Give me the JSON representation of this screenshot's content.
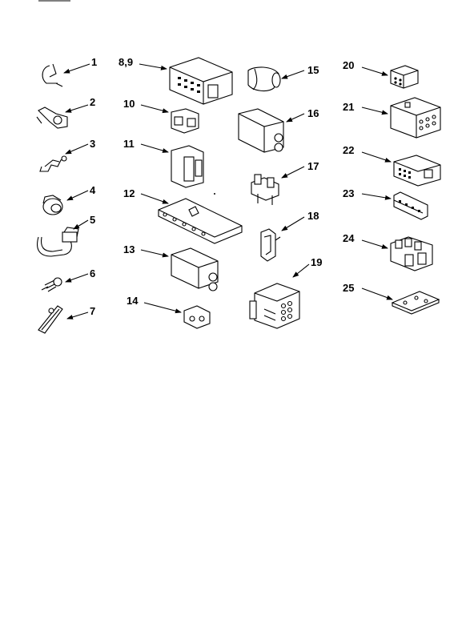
{
  "callouts": [
    {
      "id": "c1",
      "label": "1"
    },
    {
      "id": "c2",
      "label": "2"
    },
    {
      "id": "c3",
      "label": "3"
    },
    {
      "id": "c4",
      "label": "4"
    },
    {
      "id": "c5",
      "label": "5"
    },
    {
      "id": "c6",
      "label": "6"
    },
    {
      "id": "c7",
      "label": "7"
    },
    {
      "id": "c89",
      "label": "8,9"
    },
    {
      "id": "c10",
      "label": "10"
    },
    {
      "id": "c11",
      "label": "11"
    },
    {
      "id": "c12",
      "label": "12"
    },
    {
      "id": "c13",
      "label": "13"
    },
    {
      "id": "c14",
      "label": "14"
    },
    {
      "id": "c15",
      "label": "15"
    },
    {
      "id": "c16",
      "label": "16"
    },
    {
      "id": "c17",
      "label": "17"
    },
    {
      "id": "c18",
      "label": "18"
    },
    {
      "id": "c19",
      "label": "19"
    },
    {
      "id": "c20",
      "label": "20"
    },
    {
      "id": "c21",
      "label": "21"
    },
    {
      "id": "c22",
      "label": "22"
    },
    {
      "id": "c23",
      "label": "23"
    },
    {
      "id": "c24",
      "label": "24"
    },
    {
      "id": "c25",
      "label": "25"
    }
  ]
}
